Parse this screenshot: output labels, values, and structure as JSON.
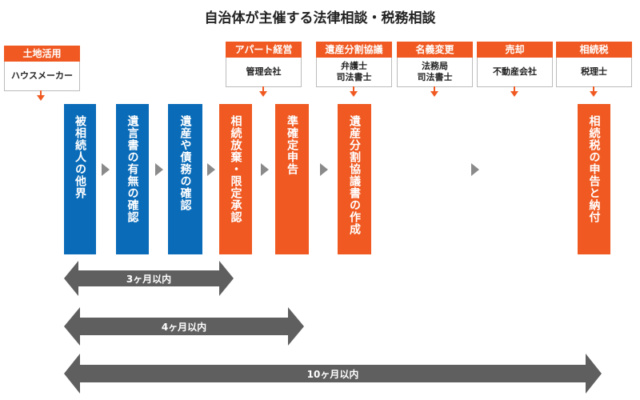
{
  "title": "自治体が主催する法律相談・税務相談",
  "consultations": [
    {
      "header": "土地活用",
      "body": [
        "ハウスメーカー"
      ]
    },
    {
      "header": "アパート経営",
      "body": [
        "管理会社"
      ]
    },
    {
      "header": "遺産分割協議",
      "body": [
        "弁護士",
        "司法書士"
      ]
    },
    {
      "header": "名義変更",
      "body": [
        "法務局",
        "司法書士"
      ]
    },
    {
      "header": "売却",
      "body": [
        "不動産会社"
      ]
    },
    {
      "header": "相続税",
      "body": [
        "税理士"
      ]
    }
  ],
  "steps": [
    {
      "label": "被相続人の他界",
      "color": "blue"
    },
    {
      "label": "遺言書の有無の確認",
      "color": "blue"
    },
    {
      "label": "遺産や債務の確認",
      "color": "blue"
    },
    {
      "label": "相続放棄・限定承認",
      "color": "orange"
    },
    {
      "label": "準確定申告",
      "color": "orange"
    },
    {
      "label": "遺産分割協議書の作成",
      "color": "orange"
    },
    {
      "label": "相続税の申告と納付",
      "color": "orange"
    }
  ],
  "periods": [
    "3ヶ月以内",
    "4ヶ月以内",
    "10ヶ月以内"
  ],
  "colors": {
    "blue": "#0a6cb9",
    "orange": "#f05a22",
    "gray": "#5f5f5f"
  }
}
